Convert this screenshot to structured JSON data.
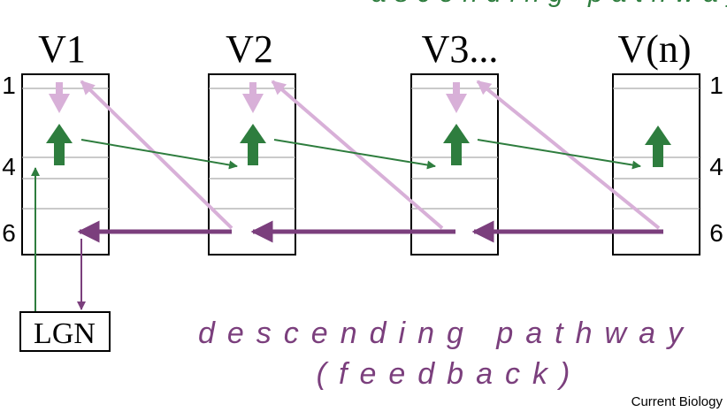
{
  "top_partial_text": "ascending pathway",
  "areas": [
    {
      "label": "V1"
    },
    {
      "label": "V2"
    },
    {
      "label": "V3..."
    },
    {
      "label": "V(n)"
    }
  ],
  "layer_numbers": {
    "left": [
      "1",
      "4",
      "6"
    ],
    "right": [
      "1",
      "4",
      "6"
    ]
  },
  "lgn_label": "LGN",
  "descending": {
    "line1": "descending pathway",
    "line2": "(feedback)"
  },
  "credit": "Current Biology",
  "colors": {
    "feedforward": "#2e7d3e",
    "feedback_dark": "#7b3f7d",
    "feedback_light": "#d8b0d8",
    "outline": "#000000"
  }
}
